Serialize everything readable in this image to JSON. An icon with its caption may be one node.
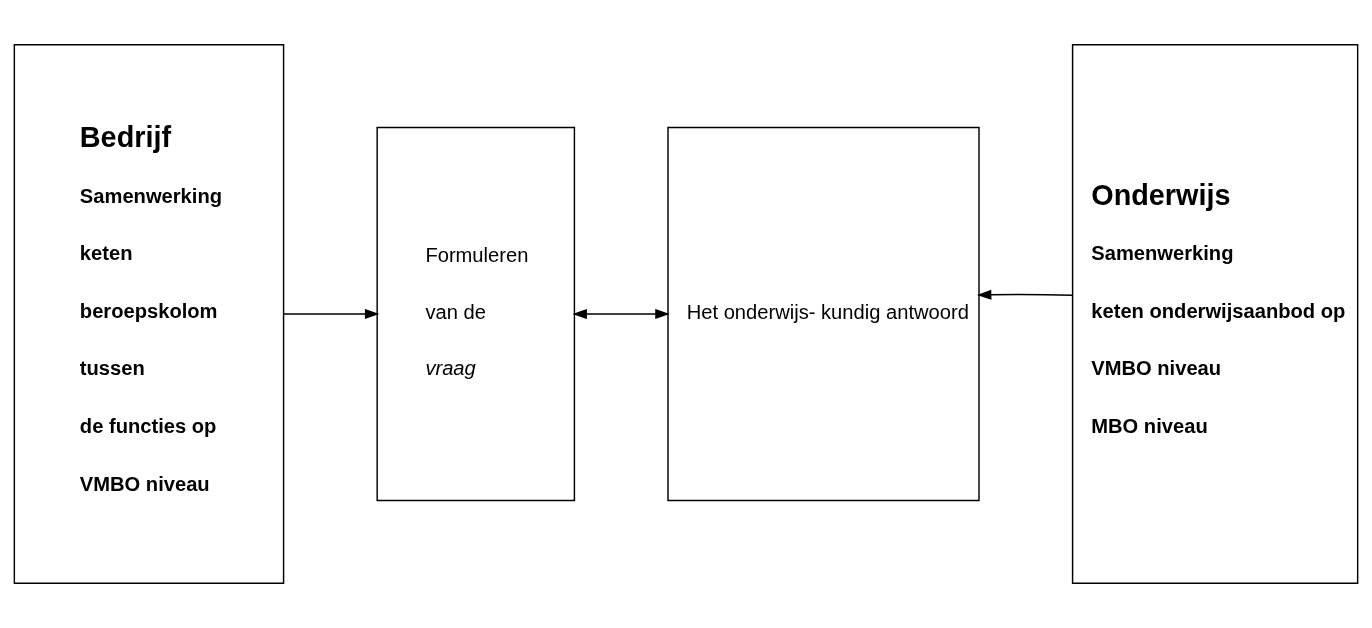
{
  "diagram": {
    "nodes": [
      {
        "text": [
          "Bedrijf",
          "Samenwerking",
          "keten",
          "beroepskolom",
          "tussen",
          "de functies op",
          "VMBO niveau"
        ]
      },
      {
        "text": [
          "Formuleren",
          "van de",
          "vraag"
        ]
      },
      {
        "text": [
          "Het onderwijs- kundig antwoord"
        ]
      },
      {
        "text": [
          "Onderwijs",
          "Samenwerking",
          "keten onderwijsaanbod op",
          "VMBO niveau",
          "MBO niveau"
        ]
      }
    ],
    "edges": [
      {
        "from": 0,
        "to": 1,
        "arrow": "to"
      },
      {
        "from": 1,
        "to": 2,
        "arrow": "both"
      },
      {
        "from": 3,
        "to": 2,
        "arrow": "to"
      }
    ]
  }
}
